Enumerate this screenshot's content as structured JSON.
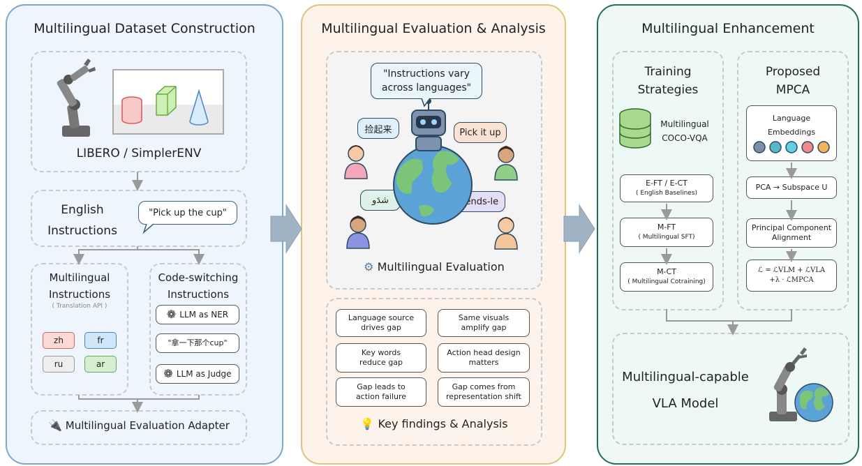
{
  "left": {
    "title": "Multilingual Dataset Construction",
    "env_label": "LIBERO / SimplerENV",
    "english_label": "English\nInstructions",
    "english_bubble": "\"Pick up the cup\"",
    "multi_title": "Multilingual\nInstructions",
    "multi_sub": "( Translation API )",
    "langs": [
      "zh",
      "fr",
      "ru",
      "ar"
    ],
    "code_title": "Code-switching\nInstructions",
    "ner_label": "LLM as NER",
    "cs_example": "\"拿一下那个cup\"",
    "judge_label": "LLM as Judge",
    "adapter_label": "Multilingual Evaluation Adapter"
  },
  "middle": {
    "title": "Multilingual Evaluation & Analysis",
    "robot_bubble": "\"Instructions vary\nacross languages\"",
    "bubble_zh": "捡起来",
    "bubble_en": "Pick it up",
    "bubble_ar": "شدَو",
    "bubble_fr": "Prends-le",
    "eval_label": "Multilingual Evaluation",
    "findings": [
      "Language source\ndrives gap",
      "Same visuals\namplify gap",
      "Key words\nreduce gap",
      "Action head design\nmatters",
      "Gap leads to\naction failure",
      "Gap comes from\nrepresentation shift"
    ],
    "findings_label": "Key findings & Analysis"
  },
  "right": {
    "title": "Multilingual Enhancement",
    "train_title": "Training\nStrategies",
    "db_label": "Multilingual\nCOCO-VQA",
    "eft": "E-FT / E-CT",
    "eft_sub": "( English Baselines)",
    "mft": "M-FT",
    "mft_sub": "( Multilingual SFT)",
    "mct": "M-CT",
    "mct_sub": "( Multilingual Cotraining)",
    "mpca_title": "Proposed\nMPCA",
    "emb_label": "Language\nEmbeddings",
    "pca_label": "PCA → Subspace U",
    "pca_align": "Principal Component\nAlignment",
    "loss1": "ℒ = ℒVLM + ℒVLA",
    "loss2": "+λ · ℒMPCA",
    "model_label": "Multilingual-capable\nVLA Model"
  },
  "colors": {
    "left_bg": "#eef5fc",
    "left_border": "#7aa6d0",
    "mid_bg": "#fdf3ea",
    "mid_border": "#e0c27a",
    "right_bg": "#eef8f5",
    "right_border": "#1f6f5c",
    "arrow": "#9fb3c4",
    "emb": [
      "#7a8ea8",
      "#58b7c9",
      "#62d0e0",
      "#ef8a8e",
      "#f3b35a"
    ]
  }
}
